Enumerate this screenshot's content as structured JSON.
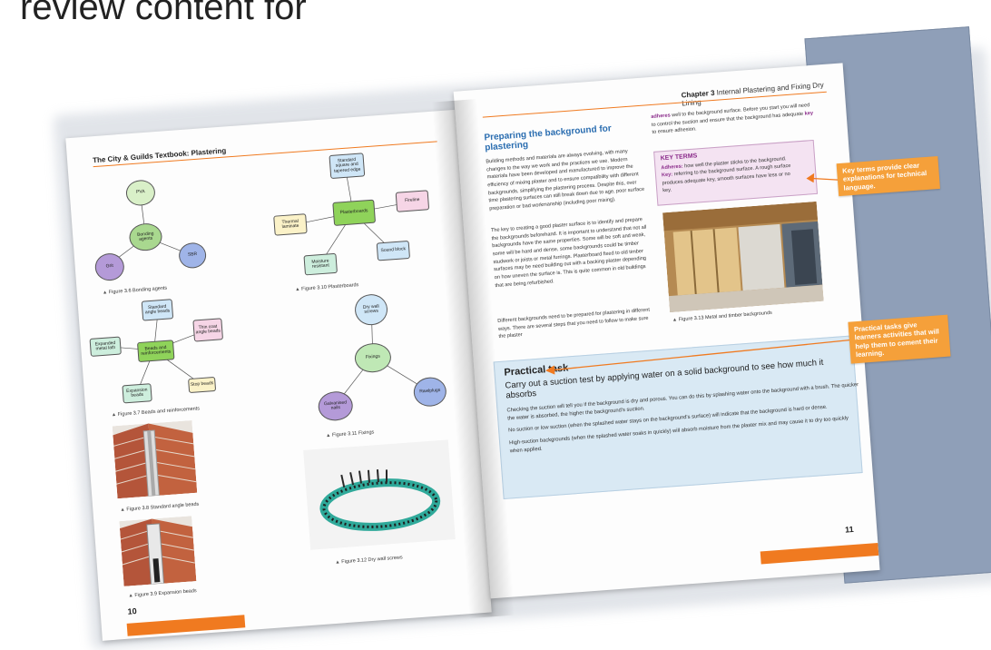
{
  "heading": "review content for",
  "left_page": {
    "running_head": "The City & Guilds Textbook: Plastering",
    "page_number": "10",
    "fig36": {
      "center": "Bonding agents",
      "nodes": [
        "PVA",
        "SBR",
        "Grit"
      ],
      "caption": "Figure 3.6 Bonding agents"
    },
    "fig37": {
      "center": "Beads and reinforcements",
      "nodes": [
        "Standard angle beads",
        "Thin coat angle beads",
        "Stop beads",
        "Expansion beads",
        "Expanded metal lath"
      ],
      "caption": "Figure 3.7 Beads and reinforcements"
    },
    "fig38": {
      "caption": "Figure 3.8 Standard angle beads"
    },
    "fig39": {
      "caption": "Figure 3.9 Expansion beads"
    },
    "fig310": {
      "center": "Plasterboards",
      "nodes": [
        "Standard square and tapered edge",
        "Fireline",
        "Sound block",
        "Moisture resistant",
        "Thermal laminate"
      ],
      "caption": "Figure 3.10 Plasterboards"
    },
    "fig311": {
      "center": "Fixings",
      "nodes": [
        "Dry wall screws",
        "Galvanised nails",
        "Rawlplugs"
      ],
      "caption": "Figure 3.11 Fixings"
    },
    "fig312": {
      "caption": "Figure 3.12 Dry wall screws"
    }
  },
  "right_page": {
    "running_head_chapter": "Chapter 3",
    "running_head_title": "Internal Plastering and Fixing Dry Lining",
    "page_number": "11",
    "section_title": "Preparing the background for plastering",
    "para1": "Building methods and materials are always evolving, with many changes to the way we work and the practices we use. Modern materials have been developed and manufactured to improve the efficiency of mixing plaster and to ensure compatibility with different backgrounds, simplifying the plastering process. Despite this, over time plastering surfaces can still break down due to age, poor surface preparation or bad workmanship (including poor mixing).",
    "para2": "The key to creating a good plaster surface is to identify and prepare the backgrounds beforehand. It is important to understand that not all backgrounds have the same properties. Some will be soft and weak, some will be hard and dense, some backgrounds could be timber studwork or joists or metal furrings. Plasterboard fixed to old timber surfaces may be need building out with a backing plaster depending on how uneven the surface is. This is quite common in old buildings that are being refurbished.",
    "para3": "Different backgrounds need to be prepared for plastering in different ways. There are several steps that you need to follow to make sure the plaster",
    "col2_a": "adheres",
    "col2_b": " well to the background surface. Before you start you will need to control the suction and ensure that the background has adequate ",
    "col2_c": "key",
    "col2_d": " to ensure adhesion.",
    "key_terms": {
      "title": "KEY TERMS",
      "term1": "Adheres:",
      "def1": " how well the plaster sticks to the background.",
      "term2": "Key:",
      "def2": " referring to the background surface. A rough surface produces adequate key, smooth surfaces have less or no key."
    },
    "fig313_caption": "Figure 3.13 Metal and timber backgrounds",
    "practical": {
      "title": "Practical task",
      "subtitle": "Carry out a suction test by applying water on a solid background to see how much it absorbs",
      "p1": "Checking the suction will tell you if the background is dry and porous. You can do this by splashing water onto the background with a brush. The quicker the water is absorbed, the higher the background's suction.",
      "p2": "No suction or low suction (when the splashed water stays on the background's surface) will indicate that the background is hard or dense.",
      "p3": "High-suction backgrounds (when the splashed water soaks in quickly) will absorb moisture from the plaster mix and may cause it to dry too quickly when applied."
    }
  },
  "callouts": {
    "key_terms": "Key terms provide clear explanations for technical language.",
    "practical": "Practical tasks give learners activities that will help them to cement their learning."
  },
  "colors": {
    "accent_orange": "#f07a20",
    "callout": "#f5a03a",
    "heading_blue": "#2a6db0",
    "key_term_purple": "#8a2b8a",
    "practical_bg": "#d9e9f4"
  }
}
